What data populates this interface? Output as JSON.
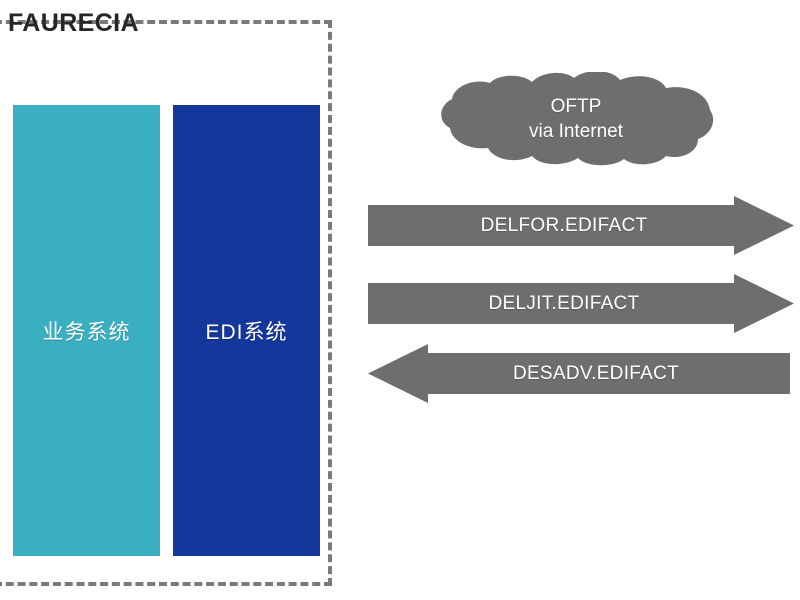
{
  "diagram": {
    "type": "edi-integration-flow",
    "background": "#FFFFFF",
    "company": {
      "name": "FAURECIA",
      "boundary_style": "dashed",
      "boundary_color": "#7A7A7A"
    },
    "systems": [
      {
        "id": "business-system",
        "label": "业务系统",
        "color": "#3BAFC2",
        "text_color": "#FFFFFF"
      },
      {
        "id": "edi-system",
        "label": "EDI系统",
        "color": "#14379B",
        "text_color": "#FFFFFF"
      }
    ],
    "network": {
      "id": "oftp-cloud",
      "shape": "cloud",
      "color": "#6E6E6E",
      "text_color": "#FFFFFF",
      "line1": "OFTP",
      "line2": "via Internet"
    },
    "messages": [
      {
        "id": "delfor",
        "label": "DELFOR.EDIFACT",
        "direction": "right",
        "color": "#6E6E6E",
        "text_color": "#FFFFFF"
      },
      {
        "id": "deljit",
        "label": "DELJIT.EDIFACT",
        "direction": "right",
        "color": "#6E6E6E",
        "text_color": "#FFFFFF"
      },
      {
        "id": "desadv",
        "label": "DESADV.EDIFACT",
        "direction": "left",
        "color": "#6E6E6E",
        "text_color": "#FFFFFF"
      }
    ]
  }
}
